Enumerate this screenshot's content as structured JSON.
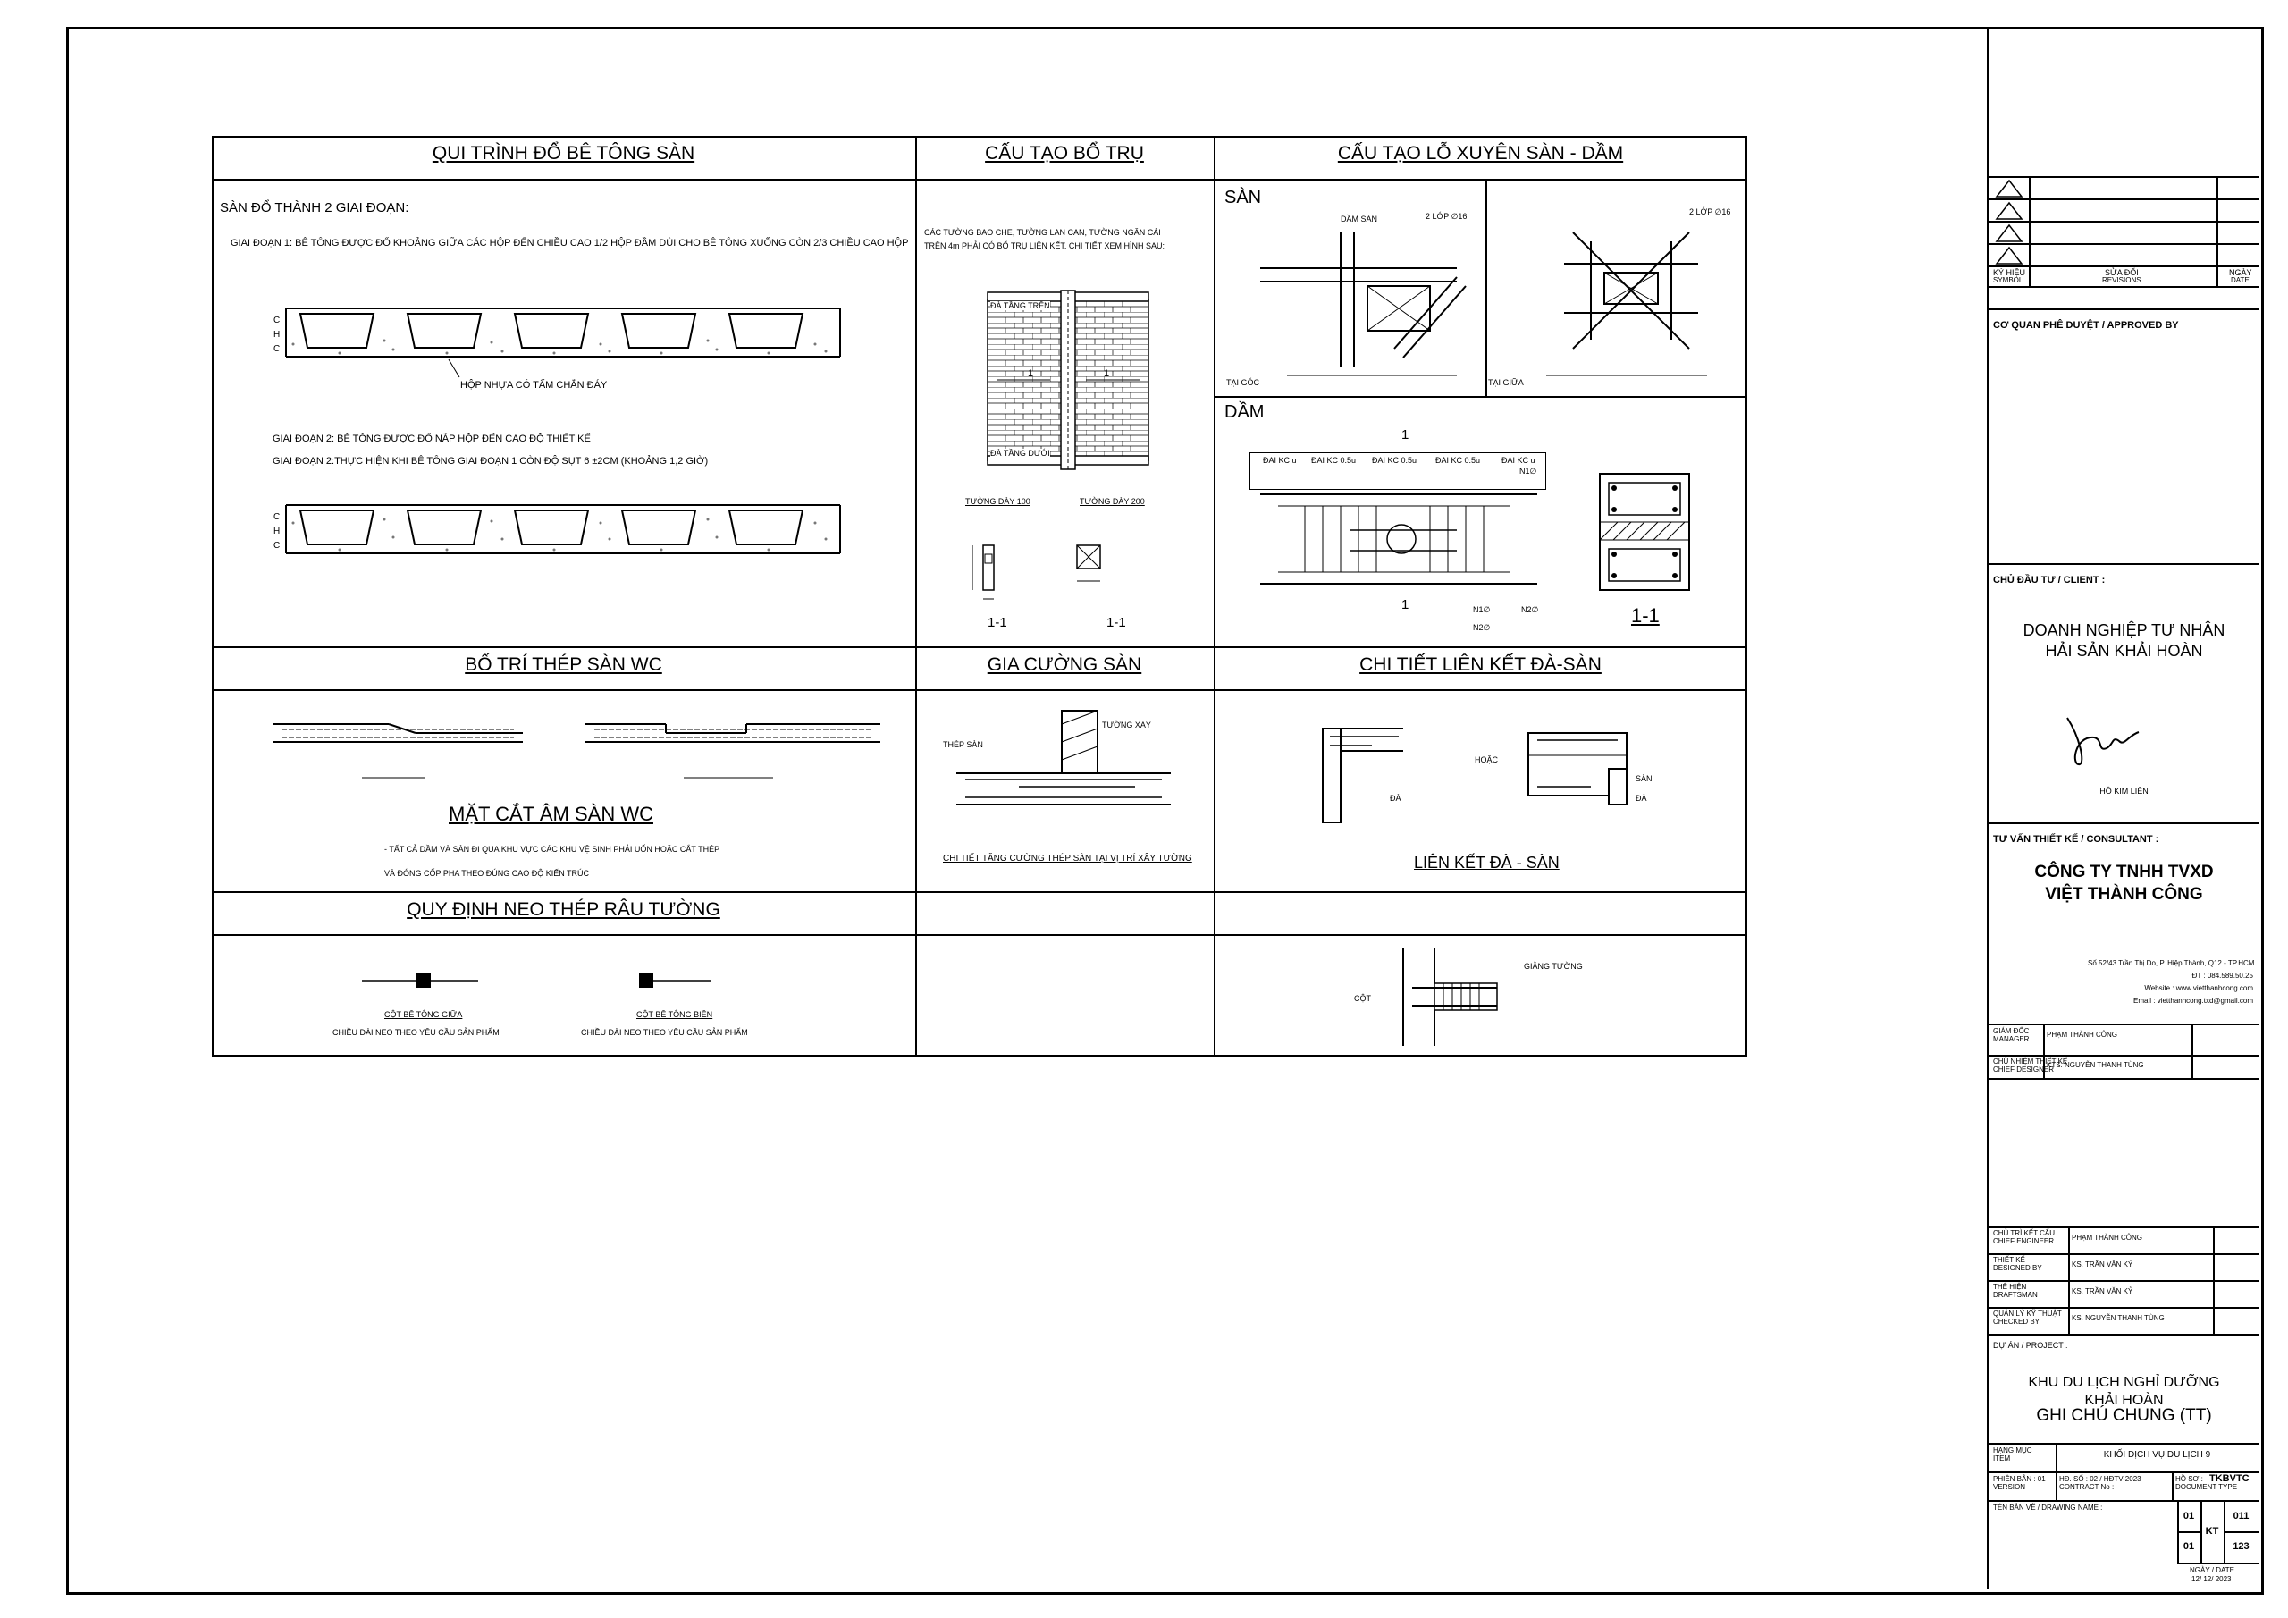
{
  "sections": {
    "qui_trinh": {
      "title": "QUI TRÌNH ĐỔ BÊ TÔNG SÀN",
      "intro": "SÀN ĐỔ THÀNH 2 GIAI ĐOẠN:",
      "phase1": "GIAI ĐOẠN 1: BÊ TÔNG ĐƯỢC ĐỔ KHOẢNG GIỮA CÁC HỘP ĐẾN CHIỀU CAO 1/2 HỘP ĐẦM DÙI CHO BÊ TÔNG XUỐNG CÒN 2/3 CHIỀU CAO HỘP",
      "box_label": "HỘP NHỰA CÓ TẤM CHẮN ĐÁY",
      "phase2a": "GIAI ĐOẠN 2: BÊ TÔNG ĐƯỢC ĐỔ NẮP HỘP ĐẾN CAO ĐỘ THIẾT KẾ",
      "phase2b": "GIAI ĐOẠN 2:THỰC HIỆN KHI BÊ TÔNG GIAI ĐOẠN 1 CÒN ĐỘ SỤT 6 ±2CM (KHOẢNG 1,2 GIỜ)"
    },
    "bo_tru": {
      "title": "CẤU TẠO BỔ TRỤ",
      "note_1": "CÁC TƯỜNG BAO CHE, TƯỜNG LAN CAN, TƯỜNG NGĂN CÁI",
      "note_2": "TRÊN 4m PHẢI CÓ BỔ TRỤ LIÊN KẾT. CHI TIẾT XEM HÌNH SAU:",
      "da_tang_tren": "ĐÀ TẦNG TRÊN",
      "da_tang_duoi": "ĐÀ TẦNG DƯỚI",
      "wall100": "TƯỜNG DÀY 100",
      "wall200": "TƯỜNG DÀY 200",
      "sec_1": "1-1",
      "sec_2": "1-1",
      "mark_1": "1",
      "mark_2": "1"
    },
    "lo_xuyen": {
      "title": "CẤU TẠO LỖ XUYÊN SÀN - DẦM",
      "san": "SÀN",
      "tai_goc": "TẠI GÓC",
      "tai_giua": "TẠI GIỮA",
      "dam_san": "DẦM SÀN",
      "lop_thep_1": "2 LỚP ∅16",
      "lop_thep_2": "2 LỚP ∅16",
      "dam": "DẦM",
      "dai_kc_u_1": "ĐAI KC u",
      "dai_kc_05u_1": "ĐAI KC 0.5u",
      "dai_kc_05u_2": "ĐAI KC 0.5u",
      "dai_kc_05u_3": "ĐAI KC 0.5u",
      "dai_kc_u_2": "ĐAI KC u",
      "n1": "N1∅",
      "n2": "N2∅",
      "sec": "1-1",
      "mark": "1"
    },
    "bo_tri_thep": {
      "title": "BỐ TRÍ THÉP SÀN WC",
      "subtitle": "MẶT CẮT ÂM SÀN WC",
      "note_1": "- TẤT CẢ DẦM VÀ SÀN ĐI QUA KHU VỰC CÁC KHU VỆ SINH PHẢI UỐN  HOẶC CẮT THÉP",
      "note_2": "VÀ ĐÓNG CỐP PHA THEO ĐÚNG CAO ĐỘ KIẾN TRÚC"
    },
    "gia_cuong": {
      "title": "GIA CƯỜNG SÀN",
      "thep_san": "THÉP SÀN",
      "tuong_xay": "TƯỜNG XÂY",
      "caption": "CHI TIẾT TĂNG CƯỜNG THÉP SÀN TẠI VỊ TRÍ XÂY TƯỜNG"
    },
    "lien_ket": {
      "title": "CHI TIẾT LIÊN KẾT ĐÀ-SÀN",
      "da_1": "ĐÀ",
      "da_2": "ĐÀ",
      "san": "SÀN",
      "hoac": "HOẶC",
      "caption": "LIÊN KẾT ĐÀ - SÀN"
    },
    "neo_thep": {
      "title": "QUY ĐỊNH NEO THÉP RÂU TƯỜNG",
      "cot_giua": "CỘT BÊ TÔNG GIỮA",
      "cot_bien": "CỘT BÊ TÔNG BIÊN",
      "chieu_dai_1": "CHIỀU DÀI NEO THEO YÊU CẦU SẢN PHẨM",
      "chieu_dai_2": "CHIỀU DÀI NEO THEO YÊU CẦU SẢN PHẨM"
    },
    "giang_tuong": {
      "cot": "CỘT",
      "giang": "GIẰNG TƯỜNG"
    }
  },
  "title_block": {
    "ky_hieu": "KÝ HIỆU",
    "symbol": "SYMBOL",
    "sua_doi": "SỬA ĐỔI",
    "revisions": "REVISIONS",
    "ngay": "NGÀY",
    "date": "DATE",
    "approved": "CƠ QUAN PHÊ DUYỆT / APPROVED BY",
    "client_label": "CHỦ ĐẦU TƯ / CLIENT :",
    "client_name_1": "DOANH NGHIỆP TƯ NHÂN",
    "client_name_2": "HẢI SẢN KHẢI HOÀN",
    "client_rep": "HỒ KIM LIÊN",
    "consultant_label": "TƯ VẤN THIẾT KẾ / CONSULTANT :",
    "consultant_1": "CÔNG TY TNHH TVXD",
    "consultant_2": "VIỆT THÀNH CÔNG",
    "address": "Số 52/43 Trần Thị Do, P. Hiệp Thành, Q12 - TP.HCM",
    "phone": "ĐT : 084.589.50.25",
    "website": "Website : www.vietthanhcong.com",
    "email": "Email : vietthanhcong.txd@gmail.com",
    "manager_l1": "GIÁM ĐỐC",
    "manager_l2": "MANAGER",
    "manager": "PHẠM THÀNH CÔNG",
    "chief_l1": "CHỦ NHIỆM THIẾT KẾ",
    "chief_l2": "CHIEF DESIGNER",
    "chief": "KTS. NGUYỄN THANH TÙNG",
    "chief_eng_l1": "CHỦ TRÌ KẾT CẤU",
    "chief_eng_l2": "CHIEF ENGINEER",
    "chief_eng": "PHẠM THÀNH CÔNG",
    "designed_l1": "THIẾT KẾ",
    "designed_l2": "DESIGNED BY",
    "designed": "KS. TRẦN VĂN KỶ",
    "drafts_l1": "THỂ HIỆN",
    "drafts_l2": "DRAFTSMAN",
    "drafts": "KS. TRẦN VĂN KỶ",
    "checked_l1": "QUẢN LÝ KỸ THUẬT",
    "checked_l2": "CHECKED BY",
    "checked": "KS. NGUYỄN THANH TÙNG",
    "project_label": "DỰ ÁN / PROJECT :",
    "project_1": "KHU DU LỊCH NGHỈ DƯỠNG",
    "project_2": "KHẢI HOÀN",
    "drawing_title": "GHI CHÚ CHUNG (TT)",
    "item_l1": "HẠNG MỤC",
    "item_l2": "ITEM",
    "item": "KHỐI DỊCH VỤ DU LỊCH 9",
    "version_l1": "PHIÊN BẢN : 01",
    "version_l2": "VERSION",
    "contract_l1": "HĐ. SỐ : 02 / HĐTV-2023",
    "contract_l2": "CONTRACT No :",
    "doc_l1": "HỒ SƠ :",
    "doc_l2": "DOCUMENT TYPE",
    "doc": "TKBVTC",
    "drawing_name": "TÊN BẢN VẼ / DRAWING NAME :",
    "no_01a": "01",
    "no_011": "011",
    "no_kt": "KT",
    "no_01b": "01",
    "no_123": "123",
    "date_label": "NGÀY / DATE",
    "date_val": "12/ 12/ 2023"
  }
}
